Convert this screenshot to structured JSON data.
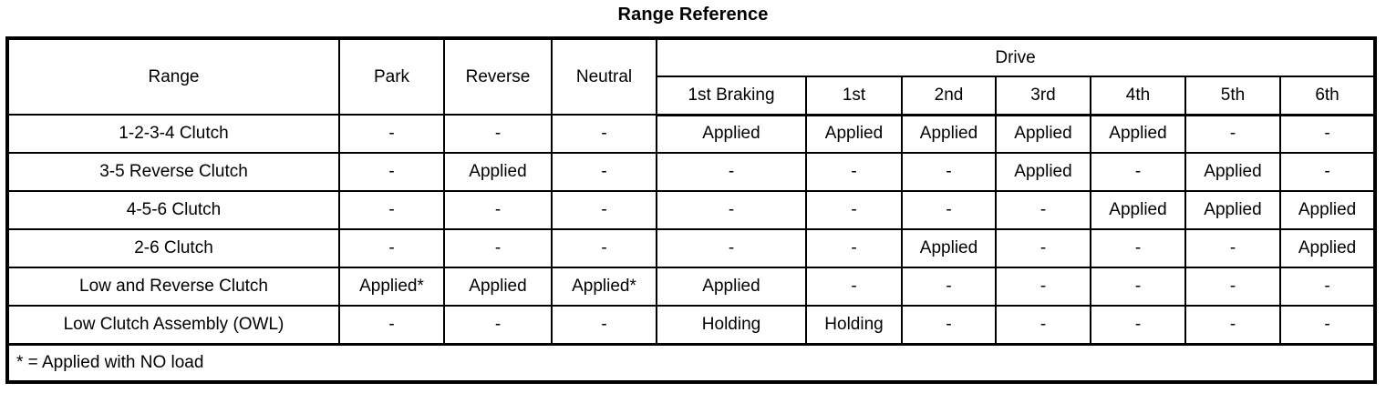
{
  "title": "Range Reference",
  "table": {
    "row_header_label": "Range",
    "static_columns": [
      "Park",
      "Reverse",
      "Neutral"
    ],
    "group_header": "Drive",
    "drive_columns": [
      "1st Braking",
      "1st",
      "2nd",
      "3rd",
      "4th",
      "5th",
      "6th"
    ],
    "rows": [
      {
        "label": "1-2-3-4 Clutch",
        "cells": [
          "-",
          "-",
          "-",
          "Applied",
          "Applied",
          "Applied",
          "Applied",
          "Applied",
          "-",
          "-"
        ]
      },
      {
        "label": "3-5 Reverse Clutch",
        "cells": [
          "-",
          "Applied",
          "-",
          "-",
          "-",
          "-",
          "Applied",
          "-",
          "Applied",
          "-"
        ]
      },
      {
        "label": "4-5-6 Clutch",
        "cells": [
          "-",
          "-",
          "-",
          "-",
          "-",
          "-",
          "-",
          "Applied",
          "Applied",
          "Applied"
        ]
      },
      {
        "label": "2-6 Clutch",
        "cells": [
          "-",
          "-",
          "-",
          "-",
          "-",
          "Applied",
          "-",
          "-",
          "-",
          "Applied"
        ]
      },
      {
        "label": "Low and Reverse Clutch",
        "cells": [
          "Applied*",
          "Applied",
          "Applied*",
          "Applied",
          "-",
          "-",
          "-",
          "-",
          "-",
          "-"
        ]
      },
      {
        "label": "Low Clutch Assembly (OWL)",
        "cells": [
          "-",
          "-",
          "-",
          "Holding",
          "Holding",
          "-",
          "-",
          "-",
          "-",
          "-"
        ]
      }
    ],
    "footnote": "* = Applied with NO load"
  }
}
